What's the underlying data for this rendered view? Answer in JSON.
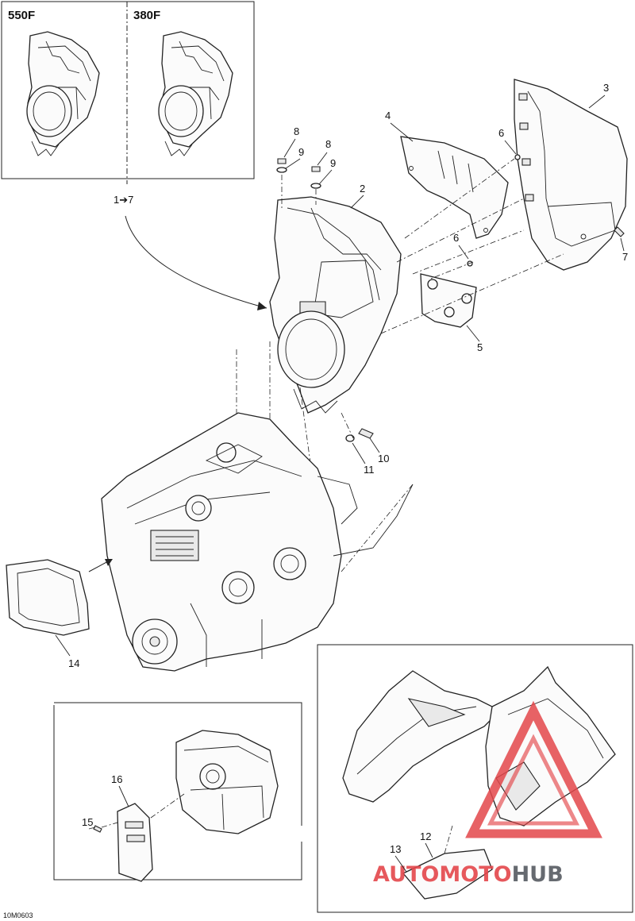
{
  "insets": {
    "models": [
      "550F",
      "380F"
    ],
    "range_label": "1➔7"
  },
  "callouts": [
    "1",
    "2",
    "3",
    "4",
    "5",
    "6",
    "6",
    "7",
    "8",
    "8",
    "9",
    "9",
    "10",
    "11",
    "12",
    "13",
    "14",
    "15",
    "16"
  ],
  "drawing_code": "10M0603",
  "watermark": {
    "part1": "AUTO",
    "part2": "MOTO",
    "part3": "HUB",
    "color_red": "#e3464a",
    "color_gray": "#555a60"
  },
  "icons": [
    "watermark-triangle-logo"
  ]
}
